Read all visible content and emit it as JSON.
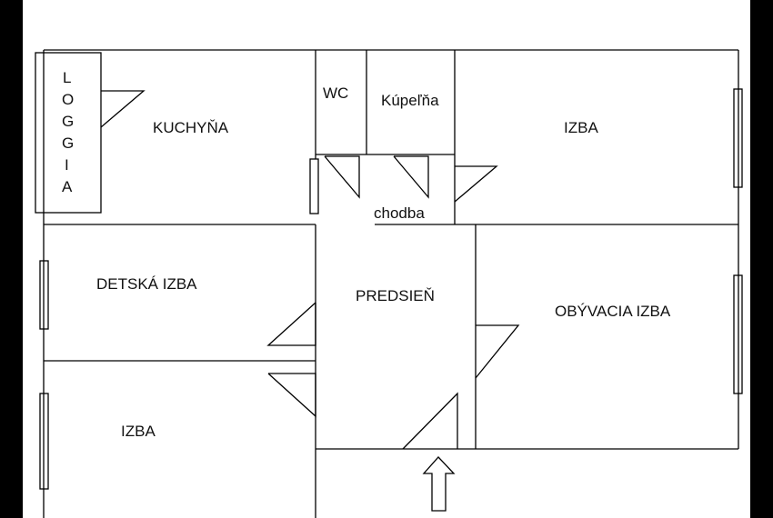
{
  "plan": {
    "rooms": {
      "kuchyna": "KUCHYŇA",
      "wc": "WC",
      "kupelna": "Kúpeľňa",
      "izba_top": "IZBA",
      "chodba": "chodba",
      "detska_izba": "DETSKÁ IZBA",
      "predsien": "PREDSIEŇ",
      "obyvacia_izba": "OBÝVACIA IZBA",
      "izba_bottom": "IZBA"
    },
    "loggia_letters": [
      "L",
      "O",
      "G",
      "G",
      "I",
      "A"
    ]
  },
  "colors": {
    "paper": "#ffffff",
    "wall": "#000000",
    "margin": "#000000"
  },
  "icons": {
    "entrance": "arrow-up-icon"
  }
}
